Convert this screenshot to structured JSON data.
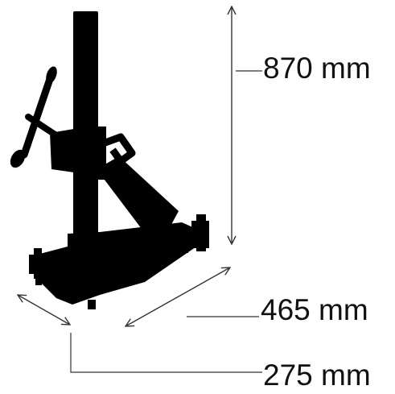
{
  "dimensions": {
    "height_label": "870 mm",
    "depth_label": "465 mm",
    "width_label": "275 mm"
  },
  "colors": {
    "silhouette": "#000000",
    "dimension_lines": "#333333",
    "text": "#111111"
  },
  "icons": {
    "machine": "core-drill-stand-silhouette"
  }
}
